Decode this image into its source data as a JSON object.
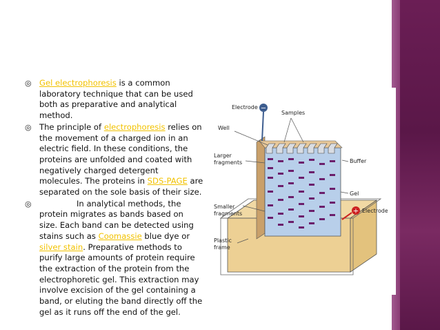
{
  "bullets": [
    {
      "parts": [
        {
          "text": "Gel electrophoresis",
          "link": true
        },
        {
          "text": " is a common laboratory technique that can be used both as preparative and analytical method.",
          "link": false
        }
      ]
    },
    {
      "parts": [
        {
          "text": "The principle of ",
          "link": false
        },
        {
          "text": "electrophoresis",
          "link": true
        },
        {
          "text": " relies on the movement of a charged ion in an electric field. In these conditions, the proteins are unfolded and coated with negatively charged detergent molecules. The proteins in ",
          "link": false
        },
        {
          "text": "SDS-PAGE",
          "link": true
        },
        {
          "text": " are separated on the sole basis of their size.",
          "link": false
        }
      ]
    },
    {
      "indent": true,
      "parts": [
        {
          "text": "In analytical methods, the protein migrates as bands based on size. Each band can be detected using stains such as ",
          "link": false
        },
        {
          "text": "Coomassie",
          "link": true
        },
        {
          "text": " blue dye or ",
          "link": false
        },
        {
          "text": "silver stain",
          "link": true
        },
        {
          "text": ". Preparative methods to purify large amounts of protein require the extraction of the protein from the electrophoretic gel. This extraction may involve excision of the gel containing a band, or eluting the band directly off the gel as it runs off the end of the gel.",
          "link": false
        }
      ]
    }
  ],
  "diagram": {
    "labels": {
      "electrode_top": "Electrode",
      "samples": "Samples",
      "well": "Well",
      "larger1": "Larger",
      "larger2": "fragments",
      "buffer": "Buffer",
      "gel": "Gel",
      "smaller1": "Smaller",
      "smaller2": "fragments",
      "electrode_bottom": "Electrode",
      "plastic1": "Plastic",
      "plastic2": "frame"
    },
    "symbols": {
      "minus": "−",
      "plus": "+"
    }
  },
  "colors": {
    "link": "#f2c200",
    "sidebar": "#5a1748",
    "gel": "#b8cfea",
    "buffer": "#f1d9a4",
    "band": "#6b1e6b",
    "electrode_minus": "#3d5d8f",
    "electrode_plus": "#cc2222"
  },
  "icons": {
    "bullet": "target-bullet-icon"
  }
}
